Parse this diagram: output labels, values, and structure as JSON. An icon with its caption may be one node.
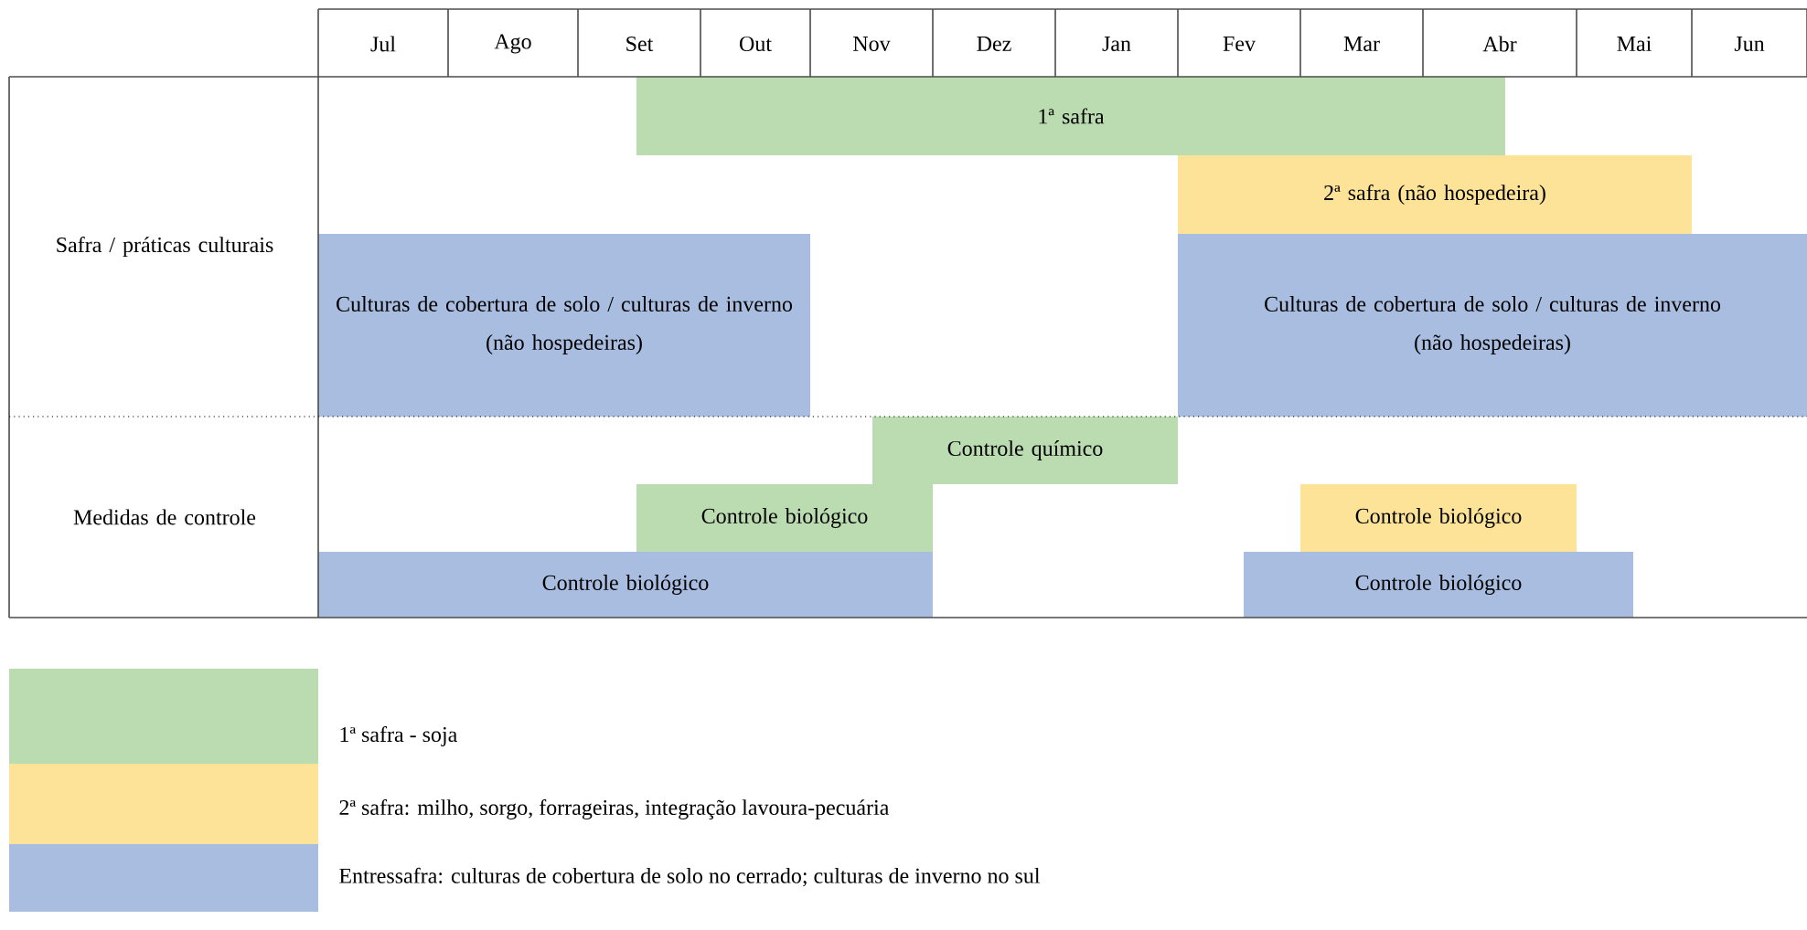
{
  "diagram": {
    "nodes": [
      {
        "text": [
          "1ª safra"
        ]
      },
      {
        "text": [
          "2ª safra (não hospedeira)"
        ]
      },
      {
        "text": [
          "Culturas de cobertura de solo / culturas de inverno",
          "(não hospedeiras)"
        ]
      },
      {
        "text": [
          "Culturas de cobertura de solo / culturas de inverno",
          "(não hospedeiras)"
        ]
      },
      {
        "text": [
          "Controle químico"
        ]
      },
      {
        "text": [
          "Controle biológico"
        ]
      },
      {
        "text": [
          "Controle biológico"
        ]
      },
      {
        "text": [
          "Controle biológico"
        ]
      },
      {
        "text": [
          "Controle biológico"
        ]
      }
    ],
    "labels": [
      "Jul",
      "Ago",
      "Set",
      "Out",
      "Nov",
      "Dez",
      "Jan",
      "Fev",
      "Mar",
      "Abr",
      "Mai",
      "Jun",
      "Safra / práticas culturais",
      "Medidas de controle"
    ],
    "legend": [
      {
        "text": "1ª safra - soja",
        "color": "#bbdcb0"
      },
      {
        "text": "2ª safra: milho, sorgo, forrageiras, integração lavoura-pecuária",
        "color": "#fde397"
      },
      {
        "text": "Entressafra: culturas de cobertura de solo no cerrado; culturas de inverno no sul",
        "color": "#a8bde0"
      }
    ]
  }
}
